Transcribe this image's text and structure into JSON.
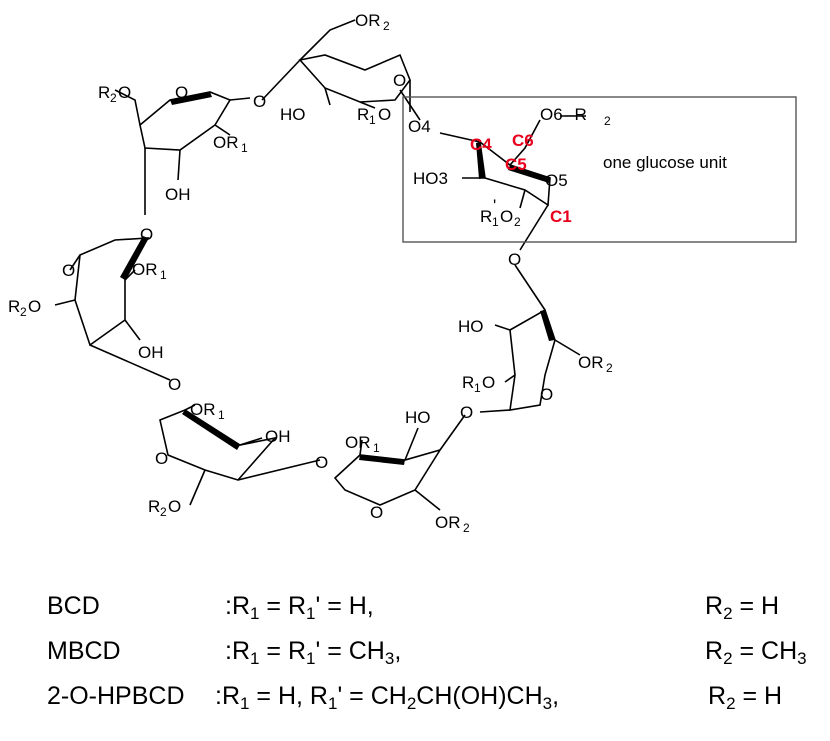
{
  "diagram": {
    "box_label": "one glucose unit",
    "unit_atoms": {
      "c4": "C4",
      "c5": "C5",
      "c6": "C6",
      "c1": "C1",
      "o4": "O4",
      "o5": "O5",
      "o6": "O6",
      "ho3": "HO3",
      "o6_dash": "–R",
      "r2_sub": "2",
      "r1p": "R",
      "r1p_sup": "1",
      "r1p_prime": "'",
      "o2": "O",
      "o2_sub": "2"
    },
    "generic": {
      "R": "R",
      "O": "O",
      "OH": "OH",
      "HO": "HO",
      "OR": "OR",
      "sub1": "1",
      "sub2": "2"
    },
    "colors": {
      "highlight": "#e8001c",
      "line": "#000000",
      "box": "#555555"
    }
  },
  "legend": [
    {
      "name": "BCD",
      "r1_a": ":R",
      "r1_a_sub": "1",
      "r1_b": " = R",
      "r1_b_sub": "1",
      "r1_c": "' = H,",
      "r2_a": "R",
      "r2_sub": "2",
      "r2_b": " = H"
    },
    {
      "name": "MBCD",
      "r1_a": ":R",
      "r1_a_sub": "1",
      "r1_b": " = R",
      "r1_b_sub": "1",
      "r1_c": "' = CH",
      "r1_c_sub": "3",
      "r1_d": ",",
      "r2_a": "R",
      "r2_sub": "2",
      "r2_b": " = CH",
      "r2_b_sub": "3"
    },
    {
      "name": "2-O-HPBCD",
      "r1_a": ":R",
      "r1_a_sub": "1",
      "r1_b": " = H,  R",
      "r1_b_sub": "1",
      "r1_c": "' = CH",
      "r1_c_sub": "2",
      "r1_d": "CH(OH)CH",
      "r1_d_sub": "3",
      "r1_e": ",",
      "r2_a": "R",
      "r2_sub": "2",
      "r2_b": " = H"
    }
  ]
}
